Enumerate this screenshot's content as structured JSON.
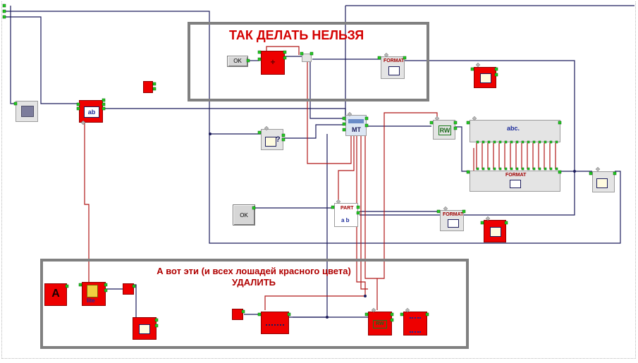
{
  "warnings": {
    "top_title": "ТАК ДЕЛАТЬ НЕЛЬЗЯ",
    "bottom_line1": "А вот эти (и всех лошадей красного цвета)",
    "bottom_line2": "УДАЛИТЬ"
  },
  "buttons": {
    "ok_top": "OK",
    "ok_middle": "OK"
  },
  "node_labels": {
    "format_top": "FORMAT",
    "format_middle": "FORMAT",
    "format_right": "FORMAT",
    "plus": "+",
    "text_ab": "ab",
    "mt": "MT",
    "rw": "RW",
    "abc": "abc.",
    "part": "PART",
    "part_ab": "a b",
    "big_a": "A",
    "lite": "lite",
    "table_q": "?",
    "rw_bottom": "RW"
  },
  "colors": {
    "wire_dark": "#1c1c5c",
    "wire_red": "#b01818",
    "frame": "#808080",
    "node_red": "#ee0000",
    "pin_green": "#22cc22",
    "warning_text": "#d40000"
  }
}
